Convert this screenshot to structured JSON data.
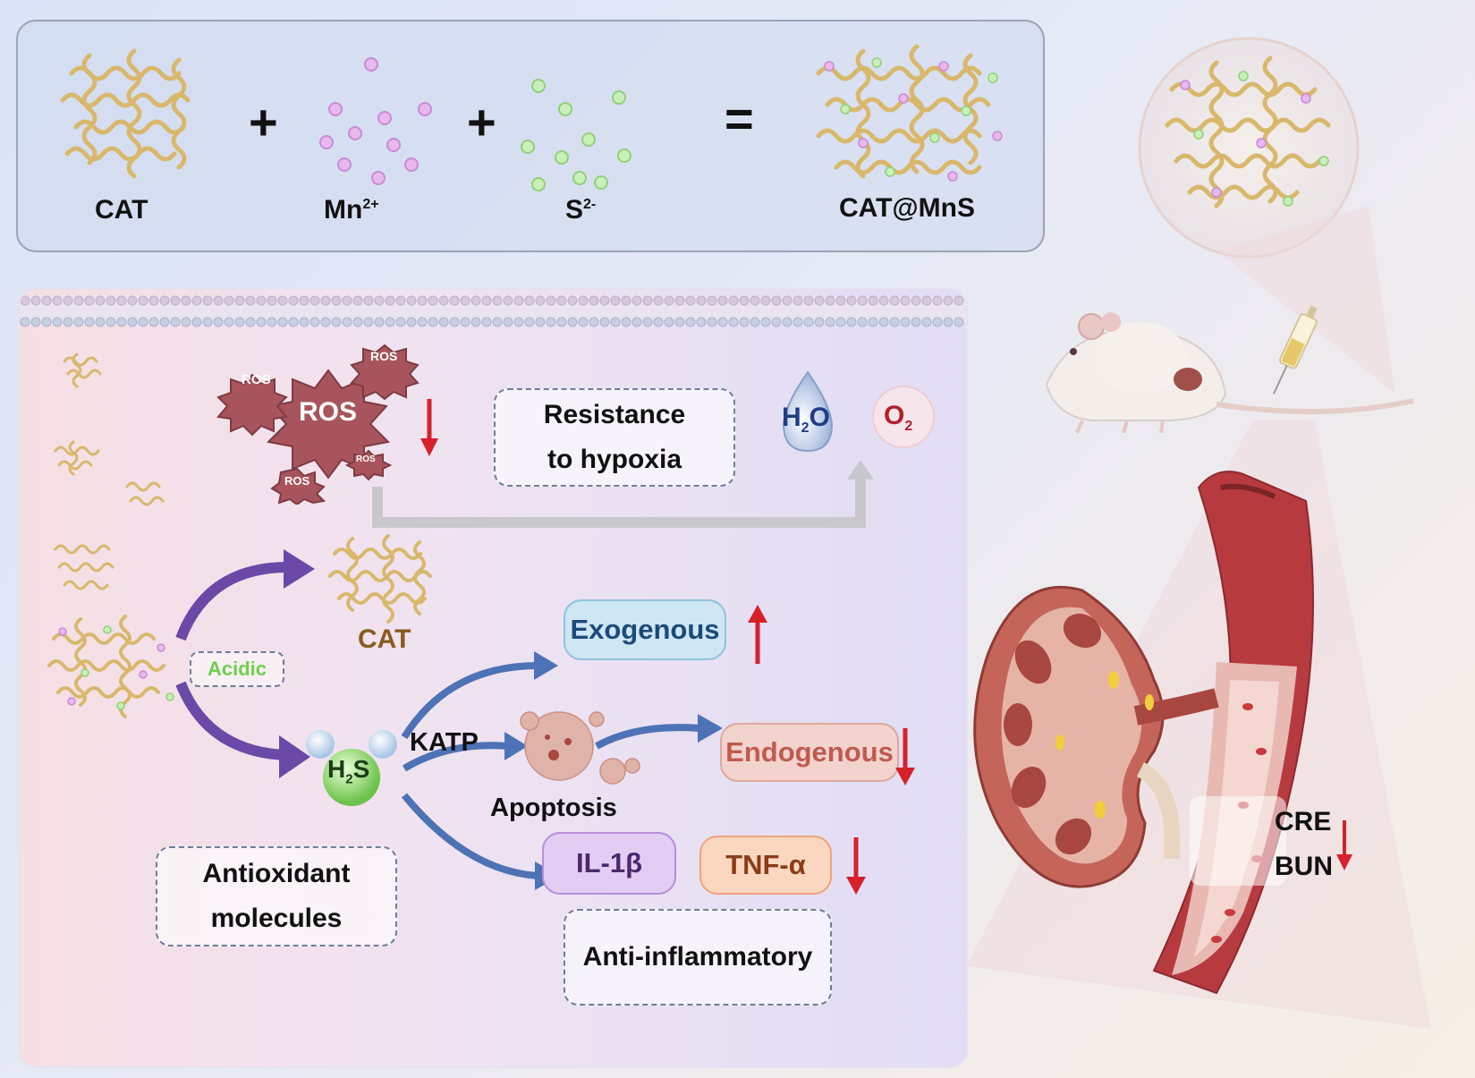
{
  "top": {
    "cat_label": "CAT",
    "mn_label": "Mn",
    "mn_sup": "2+",
    "s_label": "S",
    "s_sup": "2-",
    "product_label": "CAT@MnS",
    "plus": "+",
    "equals": "="
  },
  "ros": {
    "big": "ROS",
    "small": "ROS"
  },
  "hypoxia_box": {
    "line1": "Resistance",
    "line2": "to hypoxia"
  },
  "h2o": {
    "a": "H",
    "sub": "2",
    "b": "O"
  },
  "o2": {
    "a": "O",
    "sub": "2"
  },
  "cat_release_label": "CAT",
  "acidic_label": "Acidic",
  "h2s": {
    "a": "H",
    "sub": "2",
    "b": "S"
  },
  "katp_label": "KATP",
  "apoptosis_label": "Apoptosis",
  "exogenous_label": "Exogenous",
  "endogenous_label": "Endogenous",
  "il1b_label": "IL-1β",
  "tnfa_label": "TNF-α",
  "antioxidant_box": {
    "line1": "Antioxidant",
    "line2": "molecules"
  },
  "anti_inflammatory_label": "Anti-inflammatory",
  "kidney_markers": {
    "cre": "CRE",
    "bun": "BUN"
  },
  "colors": {
    "ros_fill": "#a8545c",
    "purple_arrow": "#6a4aa6",
    "blue_arrow": "#4d72b5",
    "down_arrow": "#d6212b",
    "acidic_text": "#6dd04a",
    "cat_text": "#8a5a1c",
    "exogenous_bg": "#cfe6f3",
    "endogenous_bg": "#f3d3ce",
    "il1b_bg": "#e3cdf3",
    "tnfa_bg": "#fbd7bf",
    "vessel": "#b73a3f",
    "kidney": "#b55448"
  }
}
